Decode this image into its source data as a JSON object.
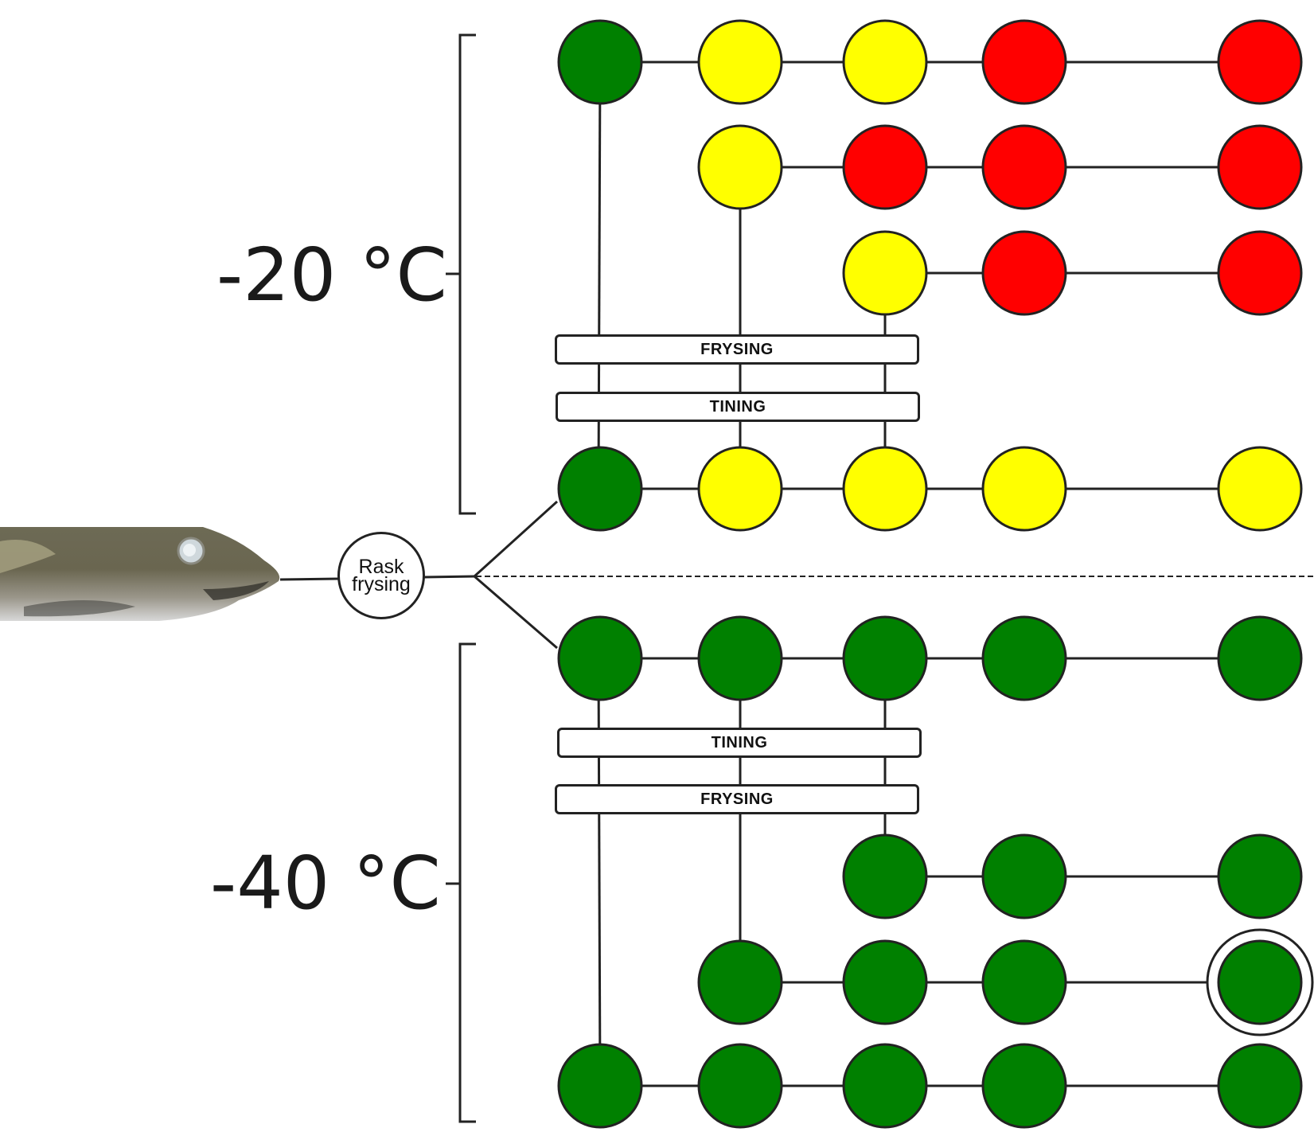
{
  "labels": {
    "temp_top": "-20 °C",
    "temp_bottom": "-40 °C",
    "rask_line1": "Rask",
    "rask_line2": "frysing",
    "frysing": "FRYSING",
    "tining": "TINING"
  },
  "colors": {
    "green": "#008000",
    "yellow": "#ffff00",
    "red": "#ff0000",
    "outline": "#222222"
  },
  "icons": {
    "fish": "cod-fish-head-photo"
  },
  "sections": [
    {
      "name": "-20 °C",
      "rows": [
        {
          "states": [
            "green",
            "yellow",
            "yellow",
            "red",
            "red"
          ]
        },
        {
          "states": [
            "yellow",
            "red",
            "red",
            "red"
          ]
        },
        {
          "states": [
            "yellow",
            "red",
            "red"
          ]
        },
        {
          "states": [
            "green",
            "yellow",
            "yellow",
            "yellow",
            "yellow"
          ]
        }
      ]
    },
    {
      "name": "-40 °C",
      "rows": [
        {
          "states": [
            "green",
            "green",
            "green",
            "green",
            "green"
          ]
        },
        {
          "states": [
            "green",
            "green",
            "green"
          ]
        },
        {
          "states": [
            "green",
            "green",
            "green",
            "green"
          ],
          "highlight_last": true
        },
        {
          "states": [
            "green",
            "green",
            "green",
            "green",
            "green"
          ]
        }
      ]
    }
  ]
}
